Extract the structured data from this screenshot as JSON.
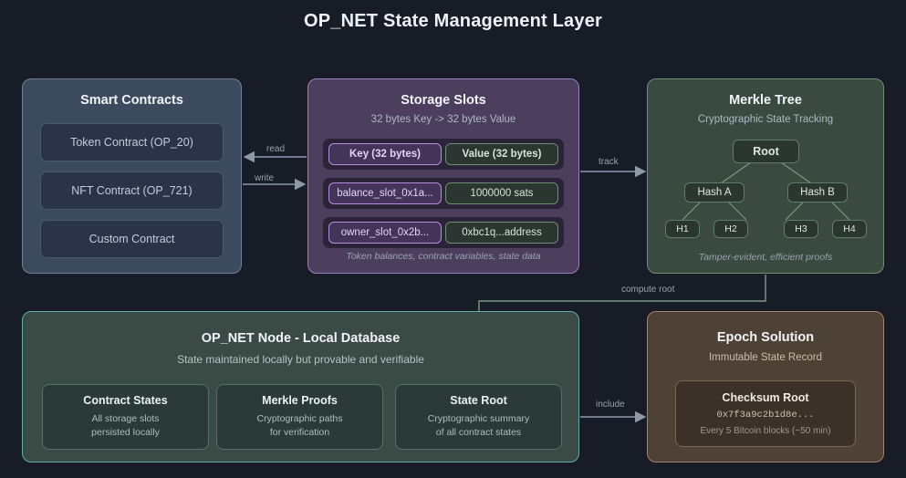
{
  "title": "OP_NET State Management Layer",
  "colors": {
    "background": "#181c26",
    "contracts_panel": "#3c4a5e",
    "storage_panel": "#4c3f5e",
    "merkle_panel": "#3a4a40",
    "node_panel": "#3a4a45",
    "epoch_panel": "#4e4136"
  },
  "smart_contracts": {
    "title": "Smart Contracts",
    "items": [
      {
        "label": "Token Contract (OP_20)"
      },
      {
        "label": "NFT Contract (OP_721)"
      },
      {
        "label": "Custom Contract"
      }
    ]
  },
  "storage_slots": {
    "title": "Storage Slots",
    "subtitle": "32 bytes Key -> 32 bytes Value",
    "rows": [
      {
        "key": "Key (32 bytes)",
        "value": "Value (32 bytes)",
        "header": true
      },
      {
        "key": "balance_slot_0x1a...",
        "value": "1000000 sats",
        "header": false
      },
      {
        "key": "owner_slot_0x2b...",
        "value": "0xbc1q...address",
        "header": false
      }
    ],
    "footer": "Token balances, contract variables, state data"
  },
  "merkle_tree": {
    "title": "Merkle Tree",
    "subtitle": "Cryptographic State Tracking",
    "root": "Root",
    "mid": [
      "Hash A",
      "Hash B"
    ],
    "leaves": [
      "H1",
      "H2",
      "H3",
      "H4"
    ],
    "footer": "Tamper-evident, efficient proofs"
  },
  "node_db": {
    "title": "OP_NET Node - Local Database",
    "subtitle": "State maintained locally but provable and verifiable",
    "cards": [
      {
        "title": "Contract States",
        "line1": "All storage slots",
        "line2": "persisted locally"
      },
      {
        "title": "Merkle Proofs",
        "line1": "Cryptographic paths",
        "line2": "for verification"
      },
      {
        "title": "State Root",
        "line1": "Cryptographic summary",
        "line2": "of all contract states"
      }
    ]
  },
  "epoch": {
    "title": "Epoch Solution",
    "subtitle": "Immutable State Record",
    "checksum": {
      "title": "Checksum Root",
      "hash": "0x7f3a9c2b1d8e...",
      "note": "Every 5 Bitcoin blocks (~50 min)"
    }
  },
  "edges": [
    {
      "label": "read"
    },
    {
      "label": "write"
    },
    {
      "label": "track"
    },
    {
      "label": "compute root"
    },
    {
      "label": "include"
    }
  ]
}
